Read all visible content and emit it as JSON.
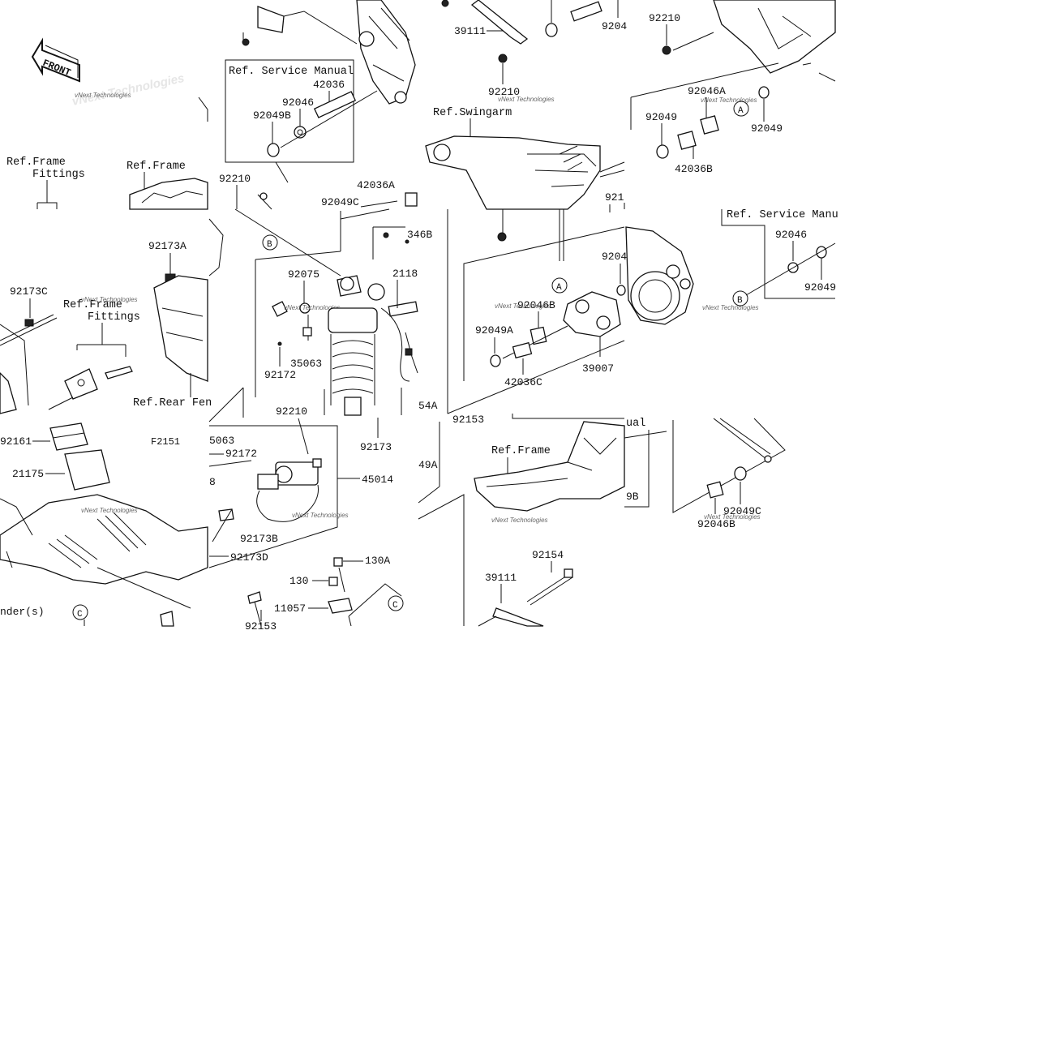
{
  "diagram": {
    "front_label": "FRONT",
    "figure_code": "F2151",
    "watermark": "vNext Technologies",
    "tiles": [
      {
        "id": "t00",
        "labels": [
          {
            "id": "ref-frame-fittings-1",
            "text": "Ref.Frame"
          },
          {
            "id": "ref-frame-fittings-1b",
            "text": "Fittings"
          },
          {
            "id": "ref-frame-1",
            "text": "Ref.Frame"
          }
        ]
      },
      {
        "id": "t01",
        "labels": [
          {
            "id": "ref-service-manual-1",
            "text": "Ref. Service Manual"
          },
          {
            "id": "p42036",
            "text": "42036"
          },
          {
            "id": "p92046",
            "text": "92046"
          },
          {
            "id": "p92049b",
            "text": "92049B"
          },
          {
            "id": "p92210a",
            "text": "92210"
          }
        ]
      },
      {
        "id": "t02",
        "labels": [
          {
            "id": "p39111a",
            "text": "39111"
          },
          {
            "id": "p9204a",
            "text": "9204"
          },
          {
            "id": "p92210b",
            "text": "92210"
          },
          {
            "id": "ref-swingarm",
            "text": "Ref.Swingarm"
          }
        ]
      },
      {
        "id": "t03",
        "labels": [
          {
            "id": "p92210c",
            "text": "92210"
          },
          {
            "id": "p92046a",
            "text": "92046A"
          },
          {
            "id": "p92049a1",
            "text": "92049"
          },
          {
            "id": "p92049a2",
            "text": "92049"
          },
          {
            "id": "p42036b",
            "text": "42036B"
          }
        ]
      },
      {
        "id": "t10",
        "labels": [
          {
            "id": "p92173a",
            "text": "92173A"
          },
          {
            "id": "p92173c",
            "text": "92173C"
          },
          {
            "id": "ref-frame-fittings-2",
            "text": "Ref.Frame"
          },
          {
            "id": "ref-frame-fittings-2b",
            "text": "Fittings"
          },
          {
            "id": "ref-rear-fender",
            "text": "Ref.Rear Fen"
          }
        ]
      },
      {
        "id": "t11",
        "labels": [
          {
            "id": "p42036a",
            "text": "42036A"
          },
          {
            "id": "p92049c",
            "text": "92049C"
          },
          {
            "id": "p346b",
            "text": "346B"
          },
          {
            "id": "p2118",
            "text": "2118"
          },
          {
            "id": "p92075",
            "text": "92075"
          },
          {
            "id": "p35063a",
            "text": "35063"
          },
          {
            "id": "p92172a",
            "text": "92172"
          },
          {
            "id": "p54a",
            "text": "54A"
          }
        ]
      },
      {
        "id": "t12",
        "labels": [
          {
            "id": "p921a",
            "text": "921"
          },
          {
            "id": "p9204b",
            "text": "9204"
          },
          {
            "id": "p92046b",
            "text": "92046B"
          },
          {
            "id": "p92049a",
            "text": "92049A"
          },
          {
            "id": "p42036c",
            "text": "42036C"
          },
          {
            "id": "p39007",
            "text": "39007"
          }
        ]
      },
      {
        "id": "t13",
        "labels": [
          {
            "id": "ref-service-manual-2",
            "text": "Ref. Service Manu"
          },
          {
            "id": "p92046c",
            "text": "92046"
          },
          {
            "id": "p92049d",
            "text": "92049"
          }
        ]
      },
      {
        "id": "t20",
        "labels": [
          {
            "id": "p92161",
            "text": "92161"
          },
          {
            "id": "p21175",
            "text": "21175"
          },
          {
            "id": "f2151",
            "text": "F2151"
          },
          {
            "id": "nders",
            "text": "nder(s)"
          }
        ]
      },
      {
        "id": "t21",
        "labels": [
          {
            "id": "p92210d",
            "text": "92210"
          },
          {
            "id": "p92173b1",
            "text": "92173"
          },
          {
            "id": "p5063",
            "text": "5063"
          },
          {
            "id": "p92172b",
            "text": "92172"
          },
          {
            "id": "p45014",
            "text": "45014"
          },
          {
            "id": "p8",
            "text": "8"
          },
          {
            "id": "p92173b",
            "text": "92173B"
          },
          {
            "id": "p92173d",
            "text": "92173D"
          },
          {
            "id": "p130a",
            "text": "130A"
          },
          {
            "id": "p130",
            "text": "130"
          },
          {
            "id": "p11057",
            "text": "11057"
          },
          {
            "id": "p92153",
            "text": "92153"
          }
        ]
      },
      {
        "id": "t22",
        "labels": [
          {
            "id": "p92153b",
            "text": "92153"
          },
          {
            "id": "p49a",
            "text": "49A"
          },
          {
            "id": "ref-frame-3",
            "text": "Ref.Frame"
          },
          {
            "id": "p92154",
            "text": "92154"
          },
          {
            "id": "p39111b",
            "text": "39111"
          },
          {
            "id": "ual",
            "text": "ual"
          },
          {
            "id": "p9b",
            "text": "9B"
          }
        ]
      },
      {
        "id": "t23",
        "labels": [
          {
            "id": "p92049c2",
            "text": "92049C"
          },
          {
            "id": "p92046b2",
            "text": "92046B"
          }
        ]
      }
    ],
    "callouts": [
      {
        "id": "c-a1",
        "text": "A"
      },
      {
        "id": "c-a2",
        "text": "A"
      },
      {
        "id": "c-b1",
        "text": "B"
      },
      {
        "id": "c-b2",
        "text": "B"
      },
      {
        "id": "c-c1",
        "text": "C"
      },
      {
        "id": "c-c2",
        "text": "C"
      }
    ]
  }
}
